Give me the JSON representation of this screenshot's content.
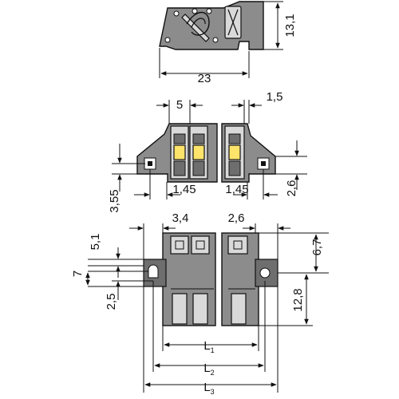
{
  "diagram": {
    "window_color": "#ffe46b",
    "body_color": "#8c8c8c",
    "labels": {
      "height_top": "13,1",
      "width_top": "23",
      "pitch": "5",
      "offset_right": "1,5",
      "pin_left": "1,45",
      "pin_right": "1,45",
      "height_front": "3,55",
      "flange_front": "2,6",
      "dim_34": "3,4",
      "dim_26": "2,6",
      "dim_51": "5,1",
      "dim_67": "6,7",
      "dim_7": "7",
      "dim_25": "2,5",
      "dim_128": "12,8",
      "L1": "L",
      "L1_sub": "1",
      "L2": "L",
      "L2_sub": "2",
      "L3": "L",
      "L3_sub": "3"
    }
  }
}
